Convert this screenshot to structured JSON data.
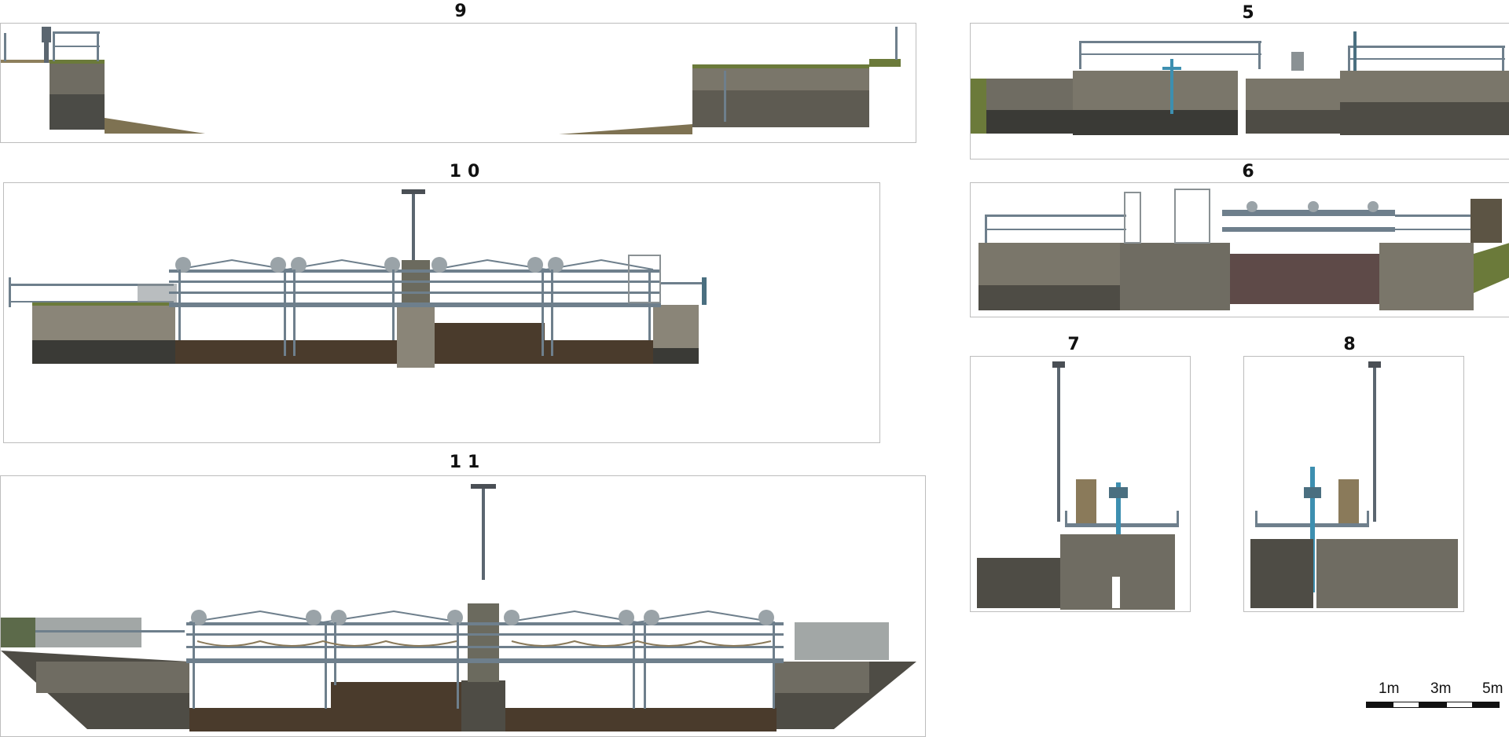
{
  "panels": {
    "p9": {
      "label": "9"
    },
    "p10": {
      "label": "10"
    },
    "p11": {
      "label": "11"
    },
    "p5": {
      "label": "5"
    },
    "p6": {
      "label": "6"
    },
    "p7": {
      "label": "7"
    },
    "p8": {
      "label": "8"
    }
  },
  "scale_bar": {
    "labels": [
      "1m",
      "3m",
      "5m"
    ]
  },
  "colors": {
    "stone": "#8a8578",
    "stone_dark": "#3a3a36",
    "rail": "#6e7f8c",
    "gate": "#4a3b2c",
    "grass": "#6b7a3a",
    "blue": "#3d8fb0"
  }
}
